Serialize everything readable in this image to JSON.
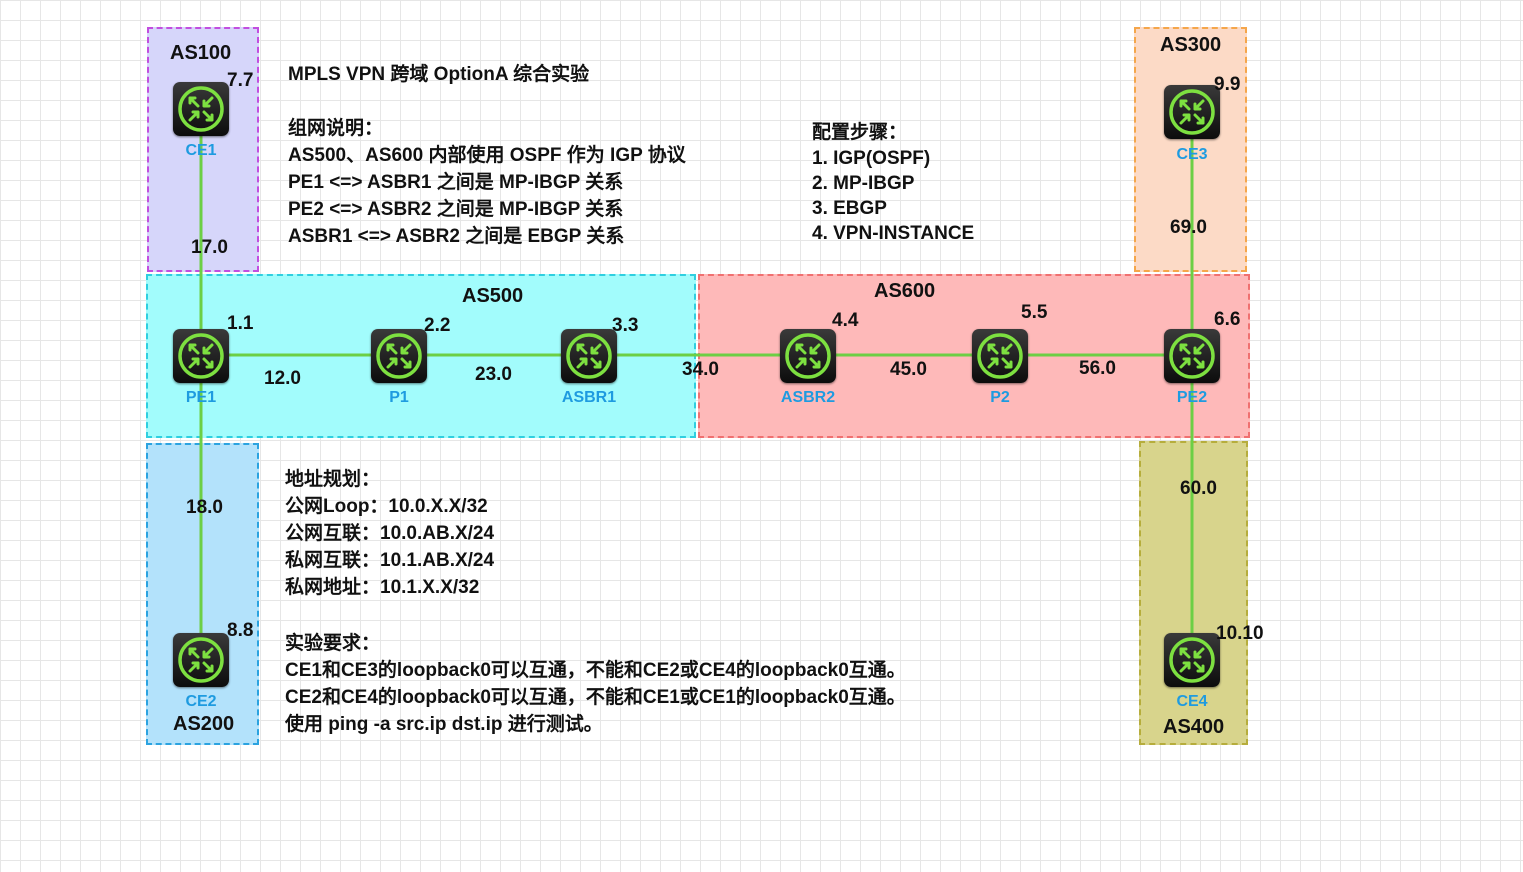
{
  "title": "MPLS VPN 跨域 OptionA 综合实验",
  "areas": {
    "as100": "AS100",
    "as200": "AS200",
    "as300": "AS300",
    "as400": "AS400",
    "as500": "AS500",
    "as600": "AS600"
  },
  "devices": {
    "ce1": {
      "name": "CE1",
      "addr": "7.7"
    },
    "ce2": {
      "name": "CE2",
      "addr": "8.8"
    },
    "ce3": {
      "name": "CE3",
      "addr": "9.9"
    },
    "ce4": {
      "name": "CE4",
      "addr": "10.10"
    },
    "pe1": {
      "name": "PE1",
      "addr": "1.1"
    },
    "p1": {
      "name": "P1",
      "addr": "2.2"
    },
    "asbr1": {
      "name": "ASBR1",
      "addr": "3.3"
    },
    "asbr2": {
      "name": "ASBR2",
      "addr": "4.4"
    },
    "p2": {
      "name": "P2",
      "addr": "5.5"
    },
    "pe2": {
      "name": "PE2",
      "addr": "6.6"
    }
  },
  "links": {
    "ce1_pe1": "17.0",
    "ce2_pe1": "18.0",
    "pe1_p1": "12.0",
    "p1_asbr1": "23.0",
    "asbr1_asbr2": "34.0",
    "asbr2_p2": "45.0",
    "p2_pe2": "56.0",
    "ce3_pe2": "69.0",
    "ce4_pe2": "60.0"
  },
  "network_desc": {
    "heading": "组网说明：",
    "lines": [
      "AS500、AS600 内部使用 OSPF 作为 IGP 协议",
      "PE1 <=> ASBR1 之间是 MP-IBGP 关系",
      "PE2 <=> ASBR2 之间是 MP-IBGP 关系",
      "ASBR1 <=> ASBR2 之间是 EBGP 关系"
    ]
  },
  "config_steps": {
    "heading": "配置步骤：",
    "steps": [
      "1. IGP(OSPF)",
      "2. MP-IBGP",
      "3. EBGP",
      "4. VPN-INSTANCE"
    ]
  },
  "address_plan": {
    "heading": "地址规划：",
    "lines": [
      "公网Loop：10.0.X.X/32",
      "公网互联：10.0.AB.X/24",
      "私网互联：10.1.AB.X/24",
      "私网地址：10.1.X.X/32"
    ]
  },
  "requirements": {
    "heading": "实验要求：",
    "lines": [
      "CE1和CE3的loopback0可以互通，不能和CE2或CE4的loopback0互通。",
      "CE2和CE4的loopback0可以互通，不能和CE1或CE1的loopback0互通。",
      "使用 ping  -a  src.ip  dst.ip 进行测试。"
    ]
  },
  "colors": {
    "link": "#6ccf45",
    "router_arrows": "#7de040",
    "device_label": "#1e9be0",
    "as100_fill": "#d6d6fa",
    "as100_border": "#c24ee0",
    "as200_fill": "#b3e2fb",
    "as200_border": "#2ba3e0",
    "as300_fill": "#fcdac6",
    "as300_border": "#f5a64a",
    "as400_fill": "#d8d48c",
    "as400_border": "#b6ad3c",
    "as500_fill": "#a2fcfc",
    "as500_border": "#2fcfe0",
    "as600_fill": "#feb9b9",
    "as600_border": "#f07070"
  }
}
